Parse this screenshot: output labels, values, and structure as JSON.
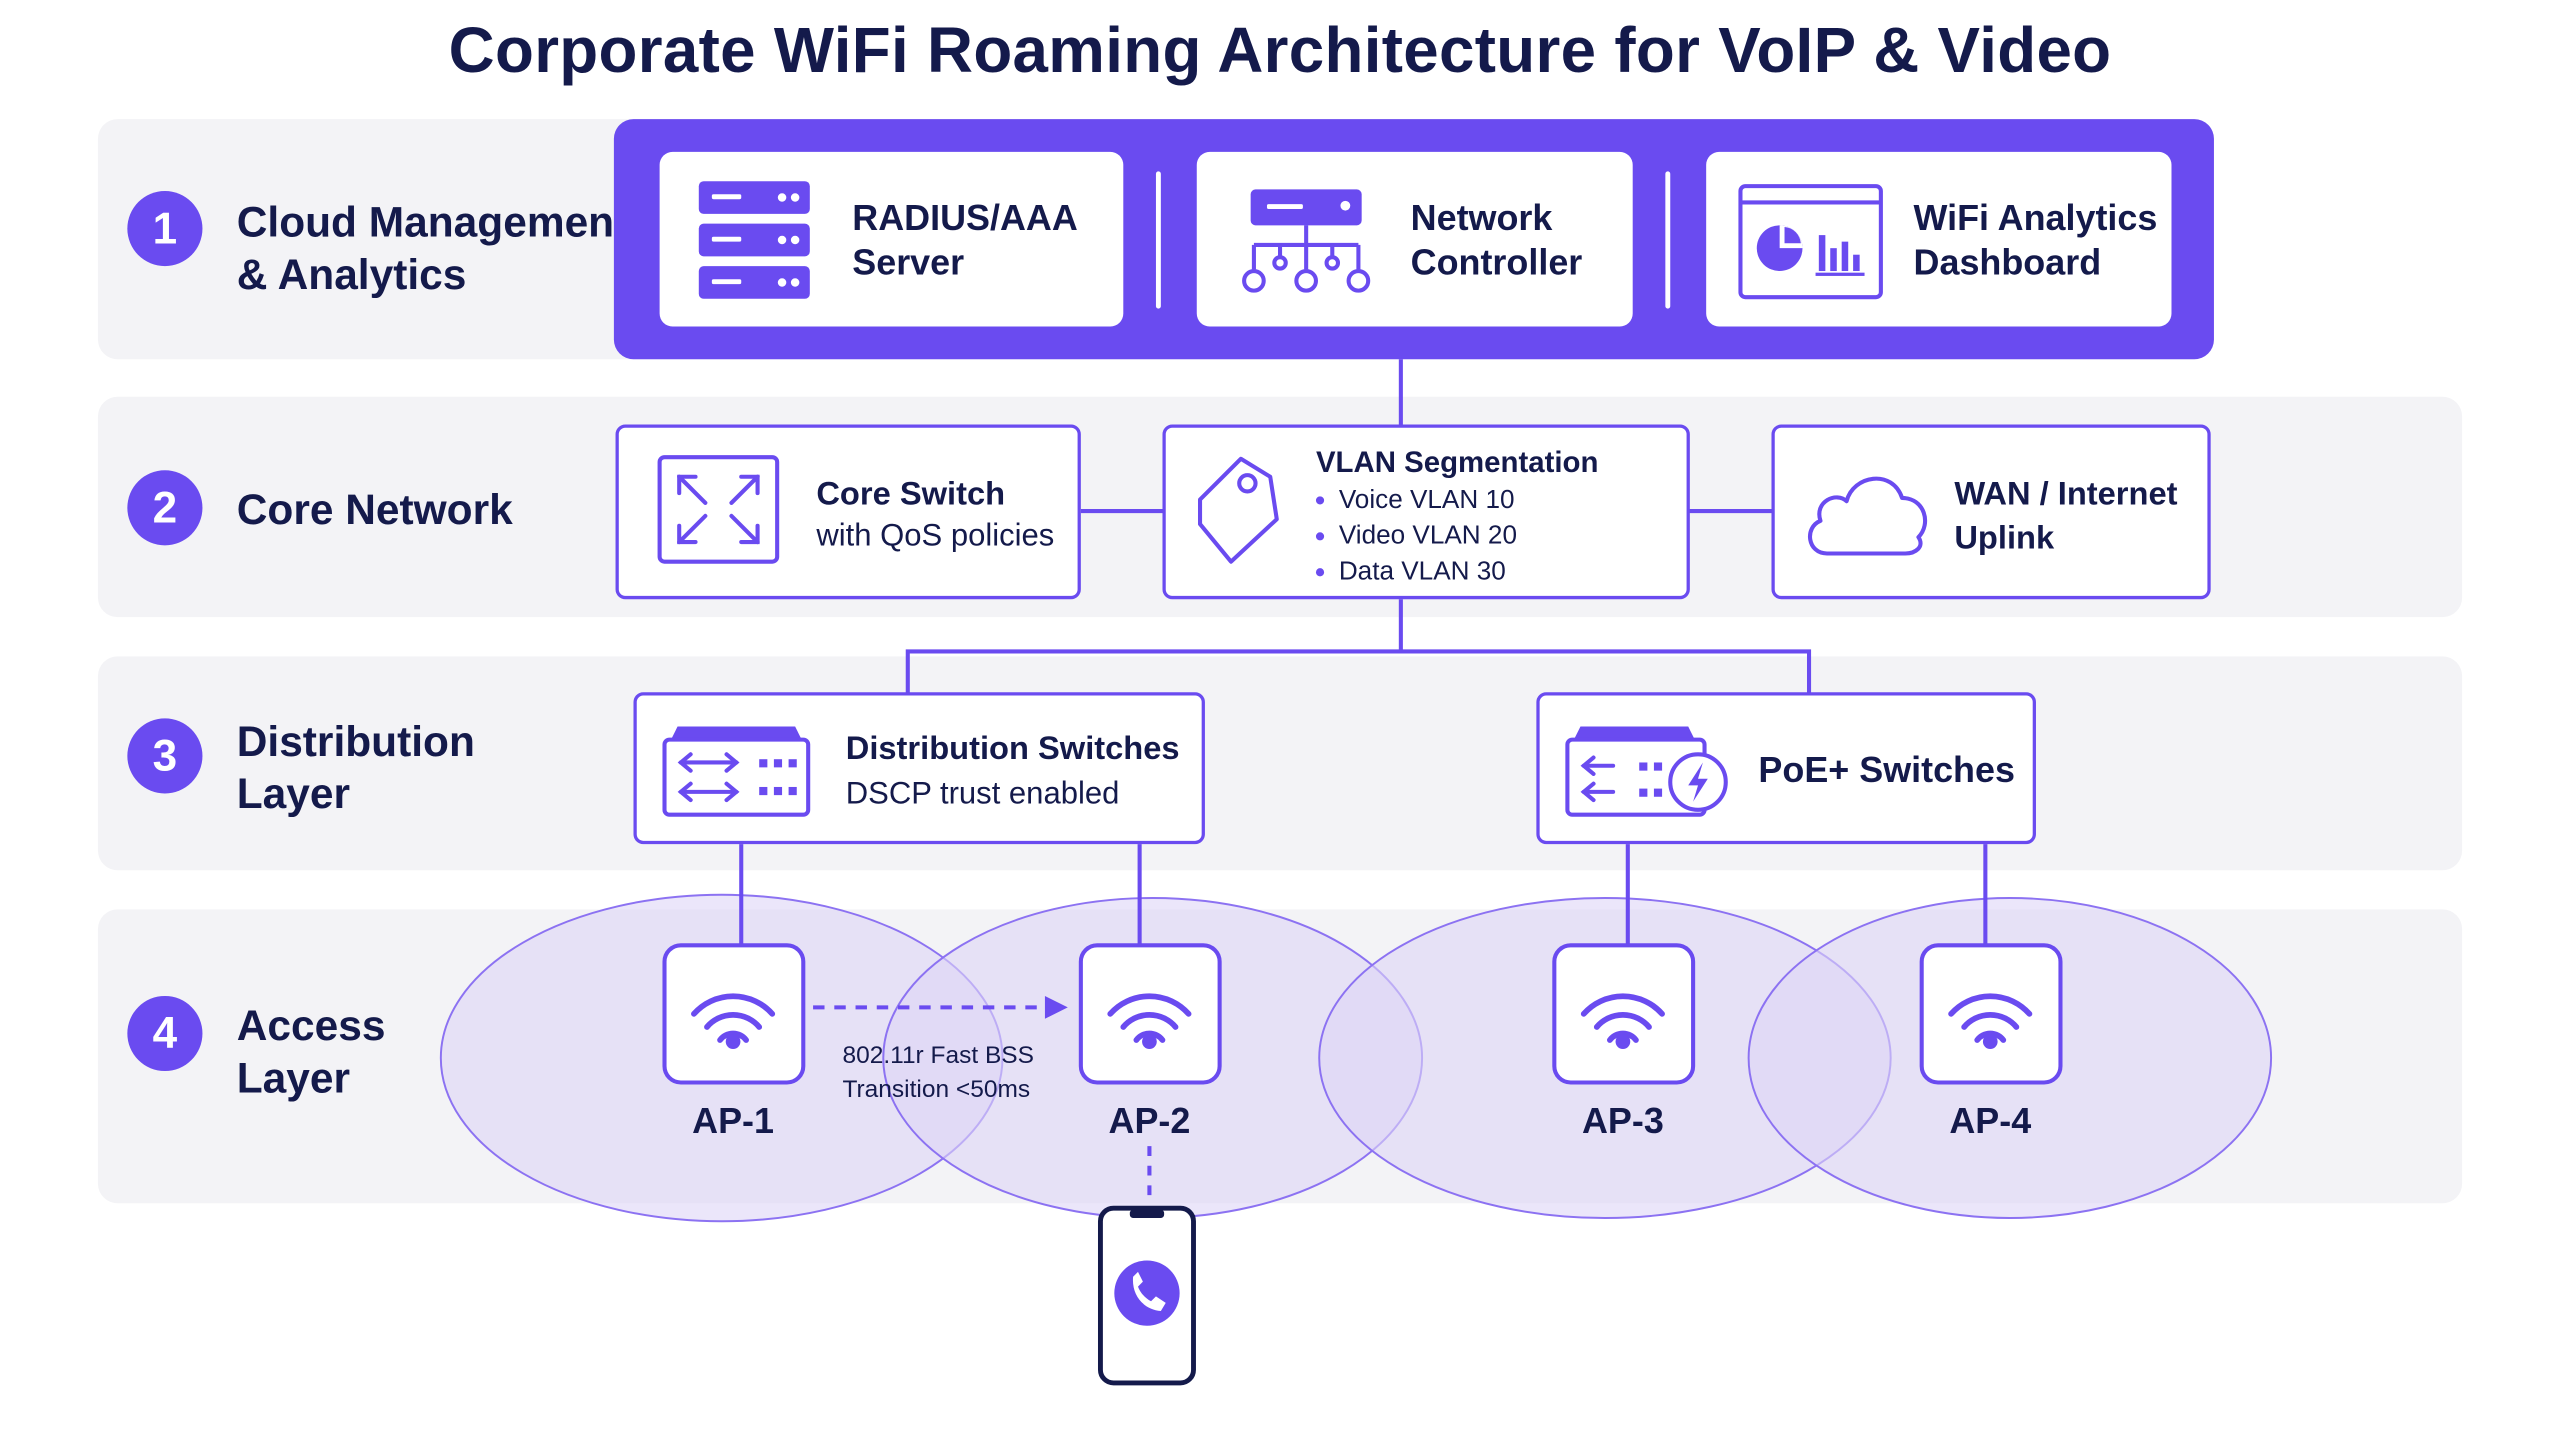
{
  "title": "Corporate WiFi Roaming Architecture for VoIP & Video",
  "colors": {
    "accent": "#6a4bf0",
    "text": "#141a4b",
    "band": "#f3f3f6",
    "coverage": "#ddd6f7"
  },
  "layers": [
    {
      "number": "1",
      "label_line1": "Cloud Management",
      "label_line2": "& Analytics"
    },
    {
      "number": "2",
      "label_line1": "Core Network",
      "label_line2": ""
    },
    {
      "number": "3",
      "label_line1": "Distribution",
      "label_line2": "Layer"
    },
    {
      "number": "4",
      "label_line1": "Access",
      "label_line2": "Layer"
    }
  ],
  "cloud": {
    "radius": {
      "line1": "RADIUS/AAA",
      "line2": "Server",
      "icon": "server-rack-icon"
    },
    "controller": {
      "line1": "Network",
      "line2": "Controller",
      "icon": "network-controller-icon"
    },
    "analytics": {
      "line1": "WiFi Analytics",
      "line2": "Dashboard",
      "icon": "analytics-dashboard-icon"
    }
  },
  "core": {
    "switch": {
      "line1": "Core Switch",
      "line2": "with QoS policies",
      "icon": "core-switch-icon"
    },
    "vlan": {
      "title": "VLAN Segmentation",
      "items": [
        "Voice VLAN 10",
        "Video VLAN 20",
        "Data VLAN 30"
      ],
      "icon": "tag-icon"
    },
    "wan": {
      "line1": "WAN / Internet",
      "line2": "Uplink",
      "icon": "cloud-icon"
    }
  },
  "distribution": {
    "dist_switches": {
      "line1": "Distribution Switches",
      "line2": "DSCP trust enabled",
      "icon": "switch-icon"
    },
    "poe_switches": {
      "line1": "PoE+ Switches",
      "icon": "poe-switch-icon"
    }
  },
  "access": {
    "aps": [
      "AP-1",
      "AP-2",
      "AP-3",
      "AP-4"
    ],
    "roaming_line1": "802.11r Fast BSS",
    "roaming_line2": "Transition <50ms",
    "client_icon": "phone-call-icon"
  }
}
